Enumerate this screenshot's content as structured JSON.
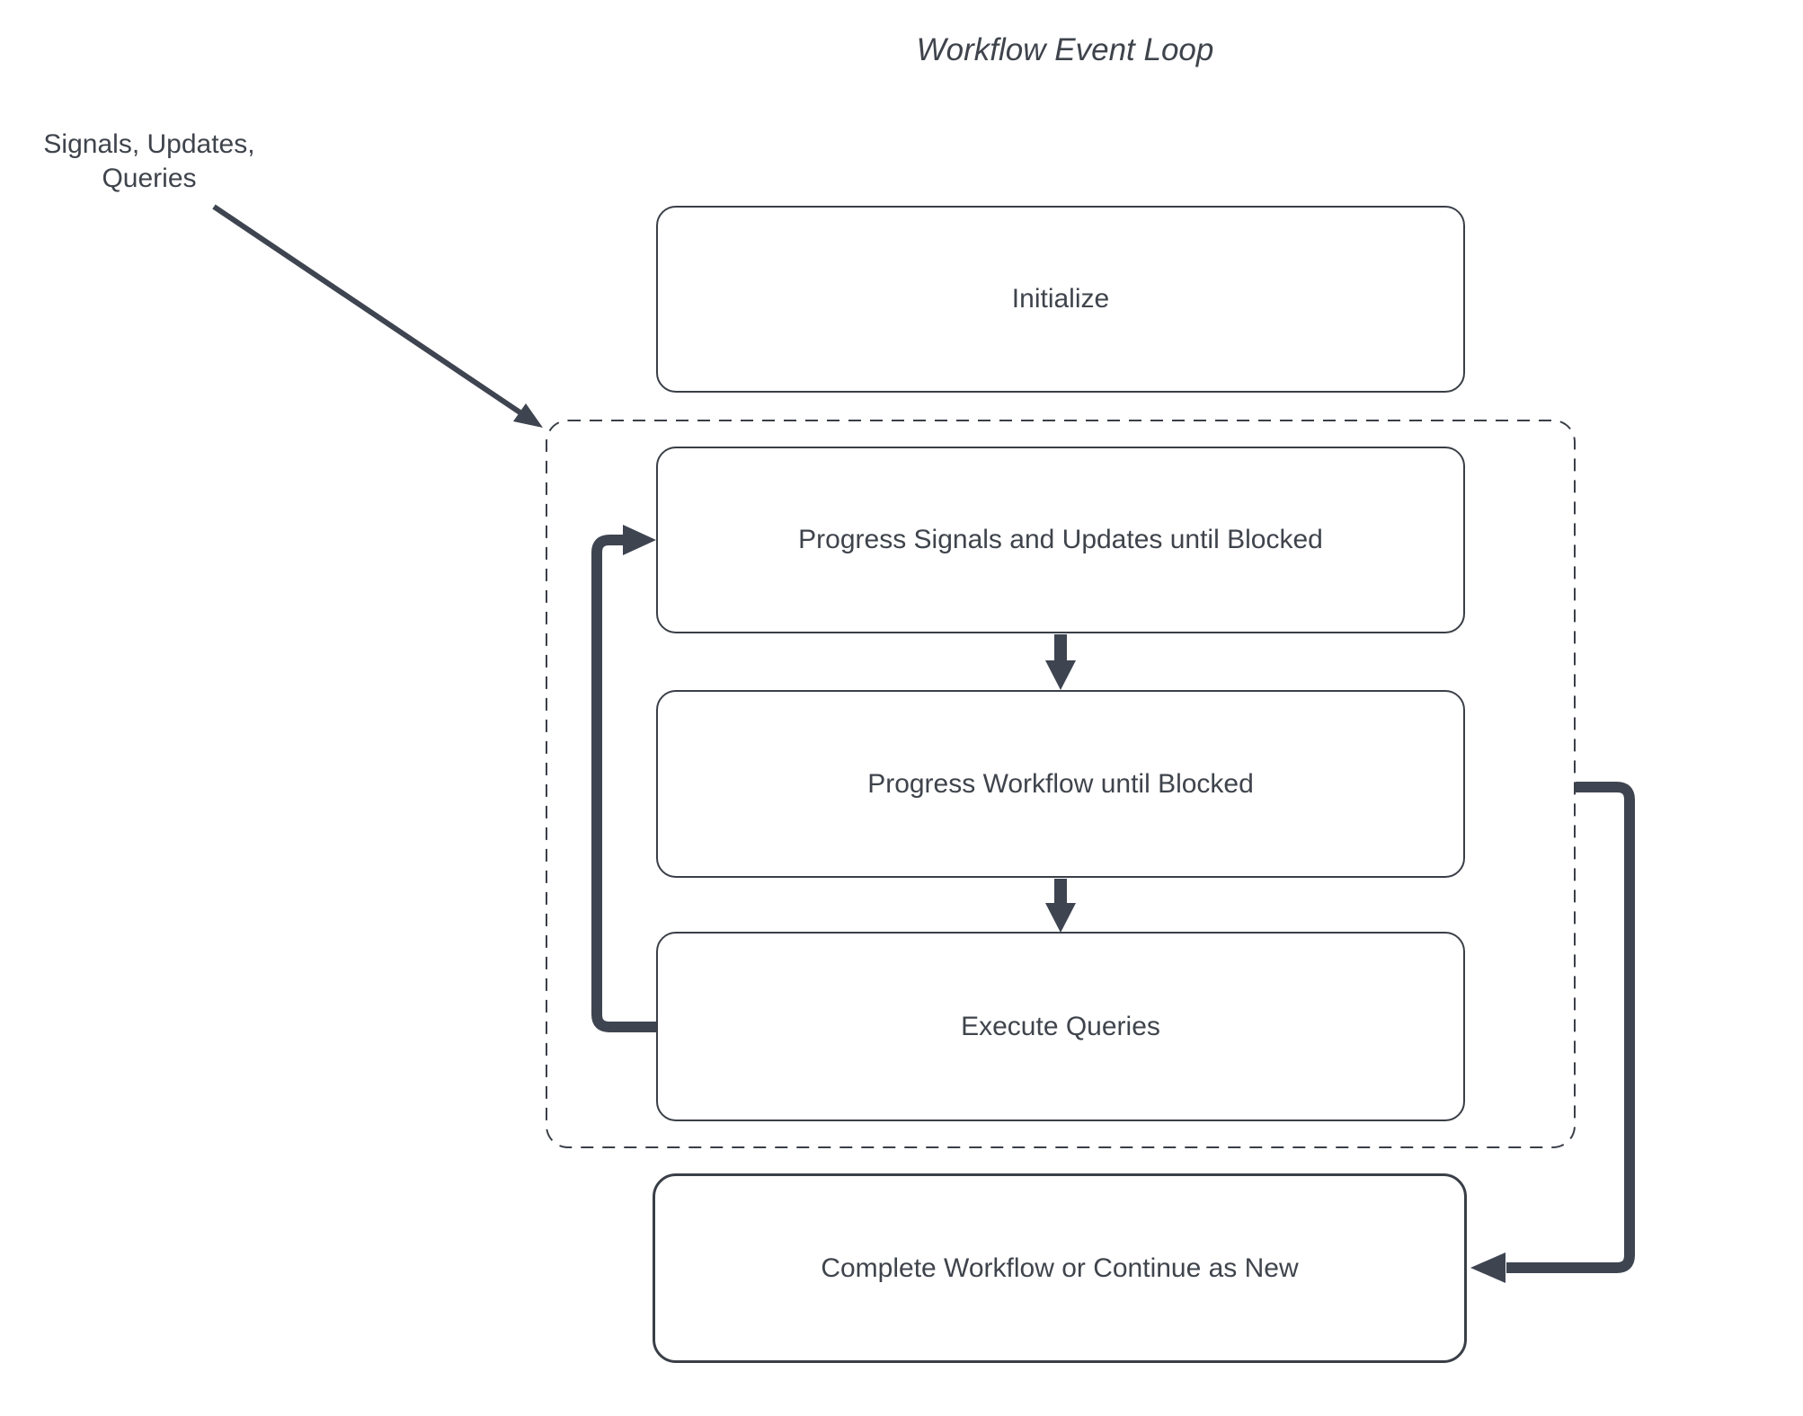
{
  "title": "Workflow Event Loop",
  "annotation": {
    "line1": "Signals, Updates,",
    "line2": "Queries"
  },
  "nodes": {
    "initialize": {
      "label": "Initialize"
    },
    "progress_signals": {
      "label": "Progress Signals and Updates until Blocked"
    },
    "progress_workflow": {
      "label": "Progress Workflow until Blocked"
    },
    "execute_queries": {
      "label": "Execute Queries"
    },
    "complete_workflow": {
      "label": "Complete Workflow or Continue as New"
    }
  },
  "edges": [
    {
      "from": "signals-updates-queries-annotation",
      "to": "event-loop-container",
      "style": "thin-diagonal-arrow"
    },
    {
      "from": "progress_signals",
      "to": "progress_workflow",
      "style": "short-down-arrow"
    },
    {
      "from": "progress_workflow",
      "to": "execute_queries",
      "style": "short-down-arrow"
    },
    {
      "from": "execute_queries",
      "to": "progress_signals",
      "style": "thick-elbow-arrow-left"
    },
    {
      "from": "event-loop-container",
      "to": "complete_workflow",
      "style": "thick-elbow-arrow-right"
    }
  ],
  "colors": {
    "border": "#3a3f47",
    "arrow": "#3e4450",
    "text": "#3f444c",
    "background": "#ffffff"
  }
}
